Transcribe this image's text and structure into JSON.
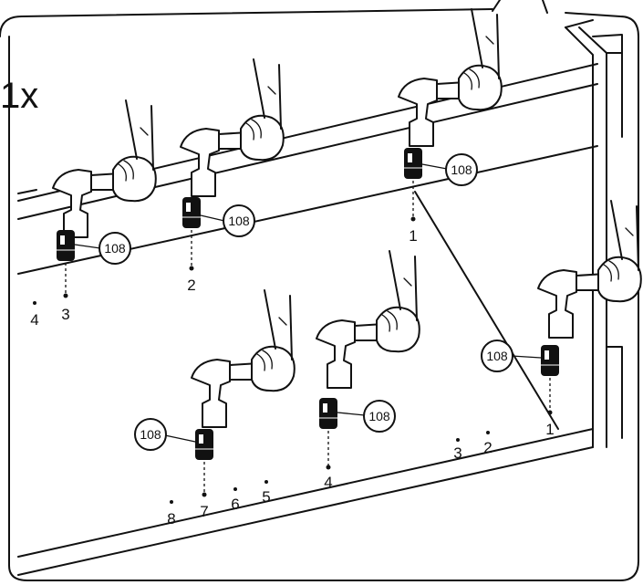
{
  "quantity_label": "1x",
  "part_number": "108",
  "top_row": {
    "hammer_positions": [
      "3",
      "2",
      "1"
    ],
    "hole_labels": [
      "4"
    ]
  },
  "right_edge": {
    "hammer_positions": [
      "1"
    ],
    "hole_labels": [
      "2",
      "3"
    ]
  },
  "bottom_row": {
    "hammer_positions": [
      "7",
      "4"
    ],
    "hole_labels": [
      "8",
      "6",
      "5"
    ]
  }
}
